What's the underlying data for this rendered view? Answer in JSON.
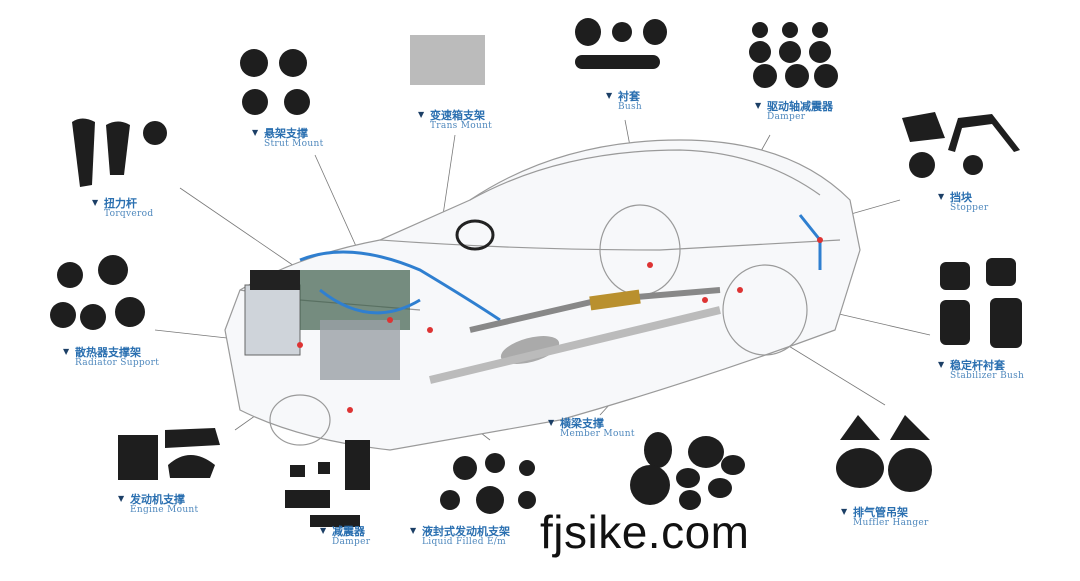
{
  "labels": [
    {
      "zh": "扭力杆",
      "en": "Torqverod"
    },
    {
      "zh": "悬架支撑",
      "en": "Strut Mount"
    },
    {
      "zh": "变速箱支架",
      "en": "Trans Mount"
    },
    {
      "zh": "衬套",
      "en": "Bush"
    },
    {
      "zh": "驱动轴减震器",
      "en": "Damper"
    },
    {
      "zh": "挡块",
      "en": "Stopper"
    },
    {
      "zh": "散热器支撑架",
      "en": "Radiator Support"
    },
    {
      "zh": "稳定杆衬套",
      "en": "Stabilizer Bush"
    },
    {
      "zh": "发动机支撑",
      "en": "Engine Mount"
    },
    {
      "zh": "减震器",
      "en": "Damper"
    },
    {
      "zh": "液封式发动机支架",
      "en": "Liquid Filled E/m"
    },
    {
      "zh": "横梁支撑",
      "en": "Member Mount"
    },
    {
      "zh": "排气管吊架",
      "en": "Muffler Hanger"
    }
  ],
  "watermark": "fjsike.com",
  "colors": {
    "label_zh": "#2a6fb0",
    "label_en": "#4f88bd",
    "part": "#1e1e1e",
    "pipe": "#2f7fd0"
  }
}
